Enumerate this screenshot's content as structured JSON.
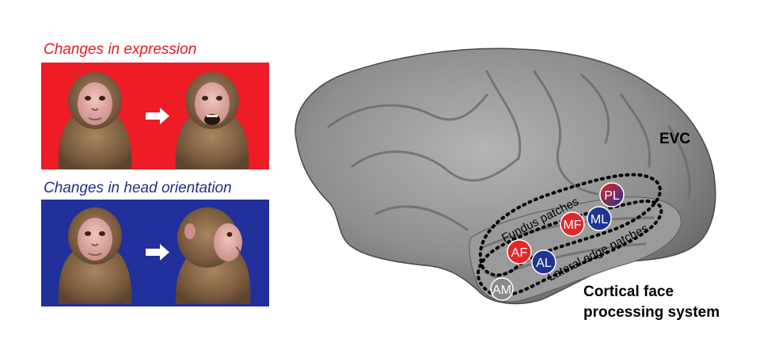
{
  "left_panel": {
    "expression_heading": "Changes in expression",
    "orientation_heading": "Changes in head orientation",
    "colors": {
      "expression": "#ee1c25",
      "orientation": "#21309a",
      "expression_text": "#e8191f",
      "orientation_text": "#1e2d8f"
    }
  },
  "brain": {
    "evc_label": "EVC",
    "fundus_label": "Fundus patches",
    "lateral_label": "Lateral edge patches",
    "caption_line1": "Cortical face",
    "caption_line2": "processing system",
    "patches": {
      "pl": "PL",
      "ml": "ML",
      "mf": "MF",
      "af": "AF",
      "al": "AL",
      "am": "AM"
    },
    "colors": {
      "fundus": "#e3262b",
      "lateral": "#1f3494",
      "anterior": "#8a8a8a"
    }
  }
}
